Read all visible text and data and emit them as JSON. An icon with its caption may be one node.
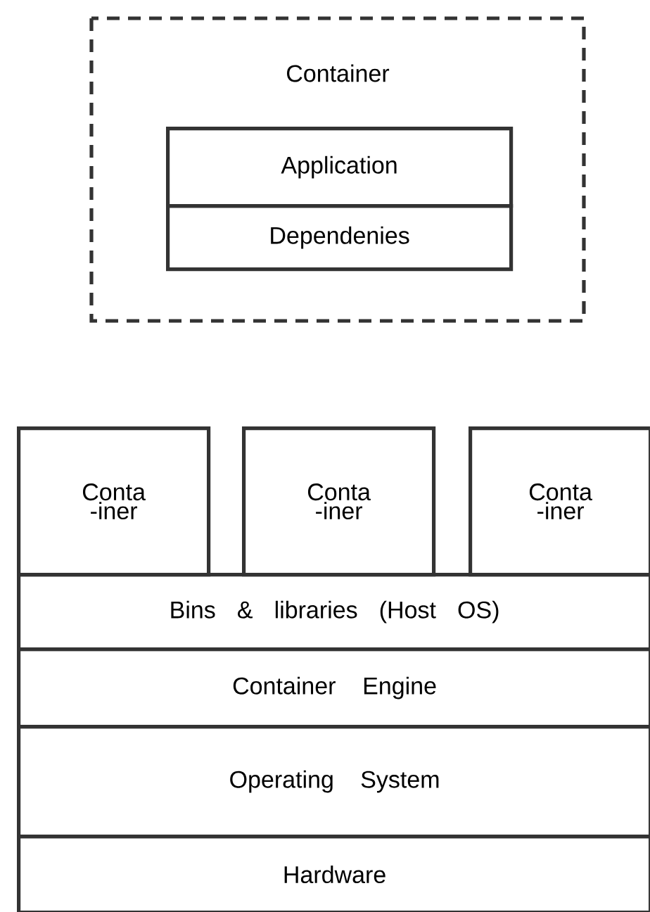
{
  "diagram": {
    "nodes": [
      {
        "text": [
          "Container"
        ]
      },
      {
        "text": [
          "Application"
        ],
        "in": 0
      },
      {
        "text": [
          "Dependenies"
        ],
        "in": 0
      },
      {
        "text": [
          "Conta -iner"
        ]
      },
      {
        "text": [
          "Conta -iner"
        ]
      },
      {
        "text": [
          "Conta -iner"
        ]
      },
      {
        "text": [
          "Bins & libraries (Host OS)"
        ]
      },
      {
        "text": [
          "Container Engine"
        ]
      },
      {
        "text": [
          "Operating System"
        ]
      },
      {
        "text": [
          "Hardware"
        ]
      }
    ]
  }
}
